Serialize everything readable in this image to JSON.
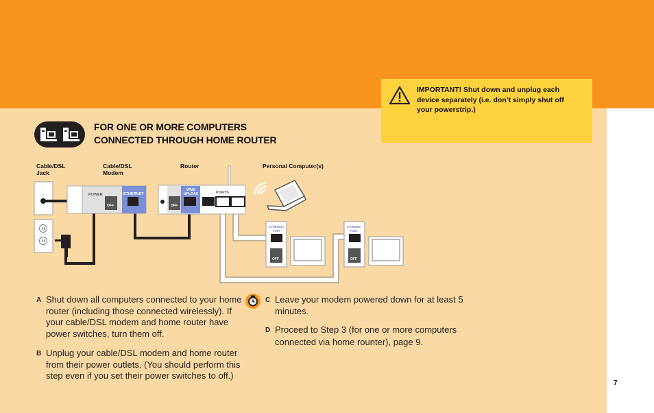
{
  "important": {
    "text": "IMPORTANT! Shut down and unplug each device separately (i.e. don’t simply shut off your powerstrip.)"
  },
  "section": {
    "title_line1": "FOR ONE OR MORE COMPUTERS",
    "title_line2": "CONNECTED THROUGH HOME ROUTER"
  },
  "diagram": {
    "label_jack_1": "Cable/DSL",
    "label_jack_2": "Jack",
    "label_modem_1": "Cable/DSL",
    "label_modem_2": "Modem",
    "label_router": "Router",
    "label_pcs": "Personal Computer(s)",
    "modem_power": "POWER",
    "modem_off": "OFF",
    "modem_ethernet": "ETHERNET",
    "router_off": "OFF",
    "router_wan_1": "WAN/",
    "router_wan_2": "UPLOAD",
    "router_ports": "PORTS",
    "pc1_port_1": "ETHERNET",
    "pc1_port_2": "PORT",
    "pc1_off": "OFF",
    "pc2_port_1": "ETHERNET",
    "pc2_port_2": "PORT",
    "pc2_off": "OFF"
  },
  "steps": {
    "a_letter": "A",
    "a_text": "Shut down all computers connected to your home router (including those connected wirelessly). If your cable/DSL modem and home router have power switches, turn them off.",
    "b_letter": "B",
    "b_text": "Unplug your cable/DSL modem and home router from their power outlets. (You should perform this step even if you set their power switches to off.)",
    "c_letter": "C",
    "c_text": "Leave your modem powered down for at least 5 minutes.",
    "d_letter": "D",
    "d_text": "Proceed to Step 3 (for one or more computers connected via home rounter), page 9."
  },
  "page_number": "7",
  "colors": {
    "orange": "#f7941d",
    "peach": "#fbd9a4",
    "yellow": "#fdd23e",
    "blue": "#7b8fd4"
  }
}
